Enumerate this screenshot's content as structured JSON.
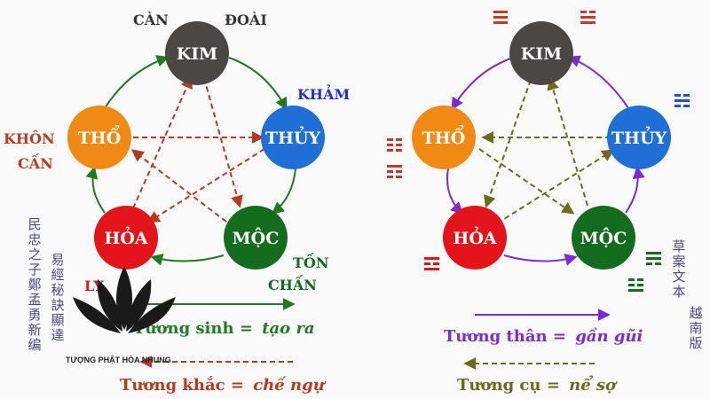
{
  "colors": {
    "kim": "#4a4744",
    "thuy": "#1f6fd6",
    "moc": "#146c1e",
    "hoa": "#e3141a",
    "tho": "#f08a12",
    "sinh_left": "#1f7a22",
    "khac_left": "#b83a1e",
    "than_right": "#7a2ad6",
    "cu_right": "#6b6a1e",
    "trigram": "#c0392b",
    "trigram_blue": "#1f4fd6"
  },
  "left": {
    "nodes": {
      "kim": "KIM",
      "thuy": "THỦY",
      "moc": "MỘC",
      "hoa": "HỎA",
      "tho": "THỔ"
    },
    "labels": {
      "can": "CÀN",
      "doai": "ĐOÀI",
      "kham": "KHẢM",
      "khon": "KHÔN",
      "can2": "CẤN",
      "ton": "TỐN",
      "chan": "CHẤN",
      "ly": "LY"
    },
    "legend": {
      "sinh_term": "Tương sinh =",
      "sinh_meaning": "tạo ra",
      "khac_term": "Tương khắc =",
      "khac_meaning": "chế ngự"
    }
  },
  "right": {
    "nodes": {
      "kim": "KIM",
      "thuy": "THỦY",
      "moc": "MỘC",
      "hoa": "HỎA",
      "tho": "THỔ"
    },
    "legend": {
      "than_term": "Tương thân =",
      "than_meaning": "gần gũi",
      "cu_term": "Tương cụ =",
      "cu_meaning": "nể sợ"
    }
  },
  "vertical": {
    "col1": "民忠之子鄭",
    "col2": "孟勇新编",
    "col3": "易經秘訣顯達",
    "col4": "草案文本",
    "col5": "越南版"
  },
  "watermark": "TƯỢNG PHẬT HÒA NHUNG"
}
